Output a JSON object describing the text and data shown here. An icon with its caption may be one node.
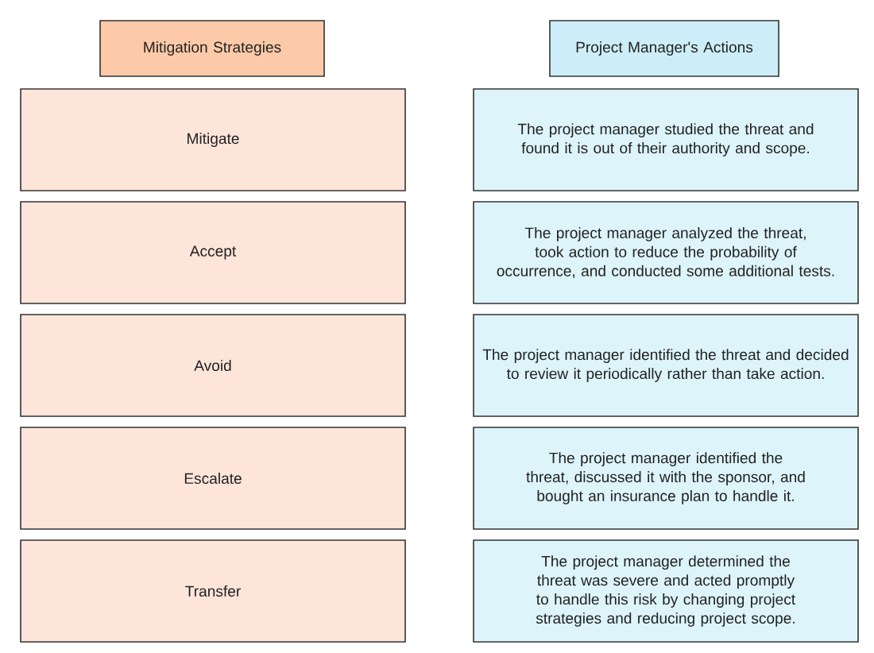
{
  "diagram": {
    "nodes": [
      {
        "text": [
          "Mitigation Strategies"
        ]
      },
      {
        "text": [
          "Mitigate"
        ]
      },
      {
        "text": [
          "Accept"
        ]
      },
      {
        "text": [
          "Avoid"
        ]
      },
      {
        "text": [
          "Escalate"
        ]
      },
      {
        "text": [
          "Transfer"
        ]
      },
      {
        "text": [
          "Project Manager's Actions"
        ]
      },
      {
        "text": [
          "The project manager studied the threat and found it is out of their authority and scope."
        ]
      },
      {
        "text": [
          "The project manager analyzed the threat, took action to reduce the probability of occurrence, and conducted some additional tests."
        ]
      },
      {
        "text": [
          "The project manager identified the threat and decided to review it periodically rather than take action."
        ]
      },
      {
        "text": [
          "The project manager identified the threat, discussed it with the sponsor, and bought an insurance plan to handle it."
        ]
      },
      {
        "text": [
          "The project manager determined the threat was severe and acted promptly to handle this risk by changing project strategies and reducing project scope."
        ]
      }
    ]
  }
}
